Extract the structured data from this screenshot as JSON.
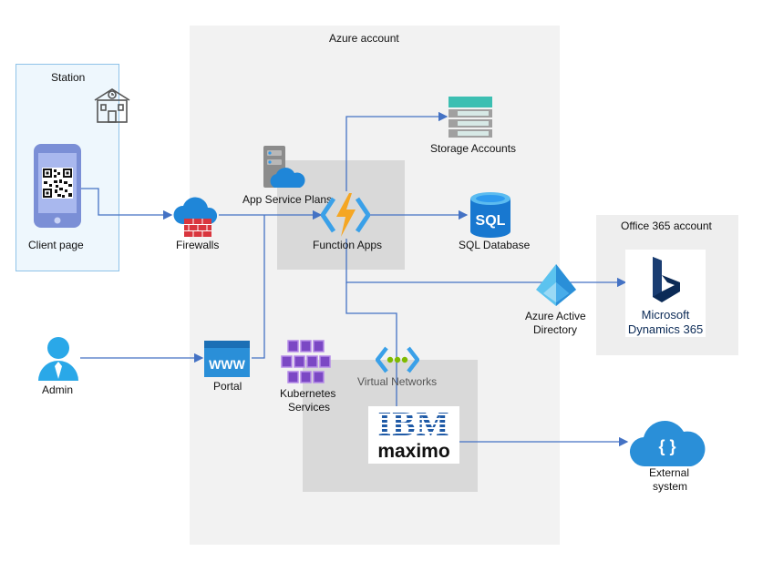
{
  "zones": {
    "azure": "Azure account",
    "station": "Station",
    "office": "Office 365 account"
  },
  "nodes": {
    "client_page": "Client page",
    "firewalls": "Firewalls",
    "app_service_plans": "App Service Plans",
    "function_apps": "Function Apps",
    "storage_accounts": "Storage Accounts",
    "sql_database": "SQL Database",
    "sql_glyph": "SQL",
    "azure_ad_line1": "Azure Active",
    "azure_ad_line2": "Directory",
    "dynamics_line1": "Microsoft",
    "dynamics_line2": "Dynamics 365",
    "admin": "Admin",
    "portal": "Portal",
    "www_glyph": "WWW",
    "kubernetes_line1": "Kubernetes",
    "kubernetes_line2": "Services",
    "virtual_networks": "Virtual Networks",
    "ibm_logo": "IBM",
    "maximo_logo": "maximo",
    "external_line1": "External",
    "external_line2": "system",
    "braces_glyph": "{ }"
  },
  "colors": {
    "wire": "#4472c4",
    "azure_zone": "#f2f2f2",
    "inner_zone": "#d9d9d9",
    "station_border": "#8fc3e8",
    "station_fill": "#eef7fd",
    "icon_blue": "#1f86d8",
    "firewall_red": "#d9363e",
    "bolt": "#f5a623",
    "teal": "#3cbfb2"
  }
}
